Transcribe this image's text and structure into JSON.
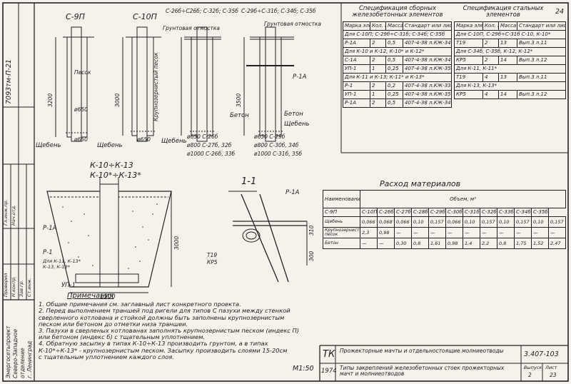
{
  "sheet_number_top": "24",
  "vertical_code": "7093тм-П-21",
  "pit_labels": {
    "c9p": "С-9П",
    "c10p": "С-10П",
    "group_a": "С-26б÷С26б; С-32б; С-35б",
    "group_b": "С-29б÷С-31б; С-34б; С-35б",
    "ground_left": "Грунтовая отмостка",
    "ground_right": "Грунтовая отмостка",
    "sand": "Песок",
    "coarse_sand": "Крупнозернистый песок",
    "gravel_1": "Щебень",
    "gravel_2": "Щебень",
    "gravel_3": "Щебень",
    "gravel_4": "Щебень",
    "beton_1": "Бетон",
    "beton_2": "Бетон",
    "p1a": "Р-1А",
    "d650a": "ø650",
    "d650b": "ø650",
    "d650c": "ø650",
    "dim3200": "3200",
    "dim3000": "3000",
    "dim3500": "3500"
  },
  "diameters": [
    {
      "d": "ø650",
      "v": "С-26б"
    },
    {
      "d": "ø800",
      "v": "С-27б, 32б"
    },
    {
      "d": "ø1000",
      "v": "С-26б, 33б"
    }
  ],
  "diameters_right": [
    {
      "d": "ø650",
      "v": "С-29б"
    },
    {
      "d": "ø800",
      "v": "С-30б, 34б"
    },
    {
      "d": "ø1000",
      "v": "С-31б, 35б"
    }
  ],
  "bottom_left": {
    "title": "К-10÷К-13",
    "subtitle": "К-10*÷К-13*",
    "p1a": "Р-1А",
    "p1": "Р-1",
    "p1_sub": "Для К-11, К-13* К-13, К-13*",
    "up1": "УП-1",
    "dim": "1500",
    "depth": "3000"
  },
  "section": {
    "title": "1-1",
    "p1a": "Р-1А",
    "t19": "Т19",
    "kp5": "КР5",
    "dim1": "310",
    "dim2": "300"
  },
  "spec_concrete": {
    "title": "Спецификация сборных железобетонных элементов",
    "headers": [
      "Марка элемента",
      "Кол. шт.",
      "Масса эл-та, т",
      "Стандарт или лист проекта"
    ],
    "rows": [
      {
        "type": "group",
        "text": "Для С-10П; С-29б÷С-31б; С-34б; С-35б"
      },
      {
        "type": "row",
        "cells": [
          "Р-1А",
          "2",
          "0,5",
          "407-4-38 л.КЖ-34"
        ]
      },
      {
        "type": "group",
        "text": "Для К-10 и К-12, К-10* и К-12*"
      },
      {
        "type": "row",
        "cells": [
          "С-1А",
          "2",
          "0,5",
          "407-4-38 л.КЖ-34"
        ]
      },
      {
        "type": "row",
        "cells": [
          "УП-1",
          "1",
          "0,25",
          "407-4-38 л.КЖ-35"
        ]
      },
      {
        "type": "group",
        "text": "Для К-11 и К-13; К-11* и К-13*"
      },
      {
        "type": "row",
        "cells": [
          "Р-1",
          "2",
          "0,2",
          "407-4-38 л.КЖ-33"
        ]
      },
      {
        "type": "row",
        "cells": [
          "УП-1",
          "1",
          "0,25",
          "407-4-38 л.КЖ-35"
        ]
      },
      {
        "type": "row",
        "cells": [
          "Р-1А",
          "2",
          "0,5",
          "407-4-38 л.КЖ-34"
        ]
      }
    ]
  },
  "spec_steel": {
    "title": "Спецификация стальных элементов",
    "headers": [
      "Марка элемента",
      "Кол. шт.",
      "Масса эл-та, кг",
      "Стандарт или лист проекта"
    ],
    "rows": [
      {
        "type": "group",
        "text": "Для С-10П, С-29б÷С-31б С-10, К-10*"
      },
      {
        "type": "row",
        "cells": [
          "Т19",
          "2",
          "13",
          "Вып.3 л.11"
        ]
      },
      {
        "type": "group",
        "text": "Для С-34б, С-35б, К-12, К-12*"
      },
      {
        "type": "row",
        "cells": [
          "КР5",
          "2",
          "14",
          "Вып.3 л.12"
        ]
      },
      {
        "type": "group",
        "text": "Для К-11, К-11*"
      },
      {
        "type": "row",
        "cells": [
          "Т19",
          "4",
          "13",
          "Вып.3 л.11"
        ]
      },
      {
        "type": "group",
        "text": "Для К-13, К-13*"
      },
      {
        "type": "row",
        "cells": [
          "КР5",
          "4",
          "14",
          "Вып.3 л.12"
        ]
      }
    ]
  },
  "materials": {
    "title": "Расход материалов",
    "name_header": "Наименование",
    "volume_header": "Объем, м³",
    "columns": [
      "С-9П",
      "С-10П",
      "С-26б",
      "С-27б",
      "С-28б",
      "С-29б",
      "С-30б",
      "С-31б",
      "С-32б",
      "С-33б",
      "С-34б",
      "С-35б"
    ],
    "rows": [
      {
        "name": "Щебень",
        "values": [
          "0,066",
          "0,068",
          "0,066",
          "0,10",
          "0,157",
          "0,066",
          "0,10",
          "0,157",
          "0,10",
          "0,157",
          "0,10",
          "0,157"
        ]
      },
      {
        "name": "Крупнозернистый песок",
        "values": [
          "2,3",
          "0,98",
          "—",
          "—",
          "—",
          "—",
          "—",
          "—",
          "—",
          "—",
          "—",
          "—"
        ]
      },
      {
        "name": "Бетон",
        "values": [
          "—",
          "—",
          "0,30",
          "0,8",
          "1,61",
          "0,98",
          "1,4",
          "2,2",
          "0,8",
          "1,75",
          "1,52",
          "2,47"
        ]
      }
    ]
  },
  "notes": {
    "title": "Примечания",
    "lines": [
      "1. Общие примечания см. заглавный лист конкретного проекта.",
      "2. Перед выполнением траншей под ригели для типов С пазухи между стенкой",
      "сверленного котлована и стойкой должны быть заполнены крупнозернистым",
      "песком или бетоном до отметки низа траншеи.",
      "3. Пазухи в сверленых котлованах заполнять крупнозернистым песком (индекс П)",
      "или бетоном (индекс б) с тщательным уплотнением.",
      "4. Обратную засыпку в типах К-10÷К-13 производить грунтом, а в типах",
      "К-10*÷К-13* - крупнозернистым песком. Засыпку производить слоями 15-20см",
      "с тщательным уплотнением каждого слоя."
    ]
  },
  "scale": "М1:50",
  "stamp": {
    "org_line1": "Энергосетьпроект",
    "org_line2": "Северо-Западное",
    "org_line3": "отделение",
    "org_line4": "г. Ленинград",
    "tk": "ТК",
    "year": "1974",
    "title1": "Прожекторные мачты и отдельностоящие молниеотводы",
    "title2": "Типы закреплений железобетонных стоек прожекторных мачт и молниеотводов",
    "code": "3.407-103",
    "vyp_label": "Выпуск",
    "vyp": "2",
    "list_label": "Лист",
    "list": "23"
  },
  "sign_column": [
    "Проверил",
    "Н.контр.",
    "Зав.гр.",
    "Ст.инж.",
    "Гл.инж.пр.",
    "Нач.отд."
  ]
}
